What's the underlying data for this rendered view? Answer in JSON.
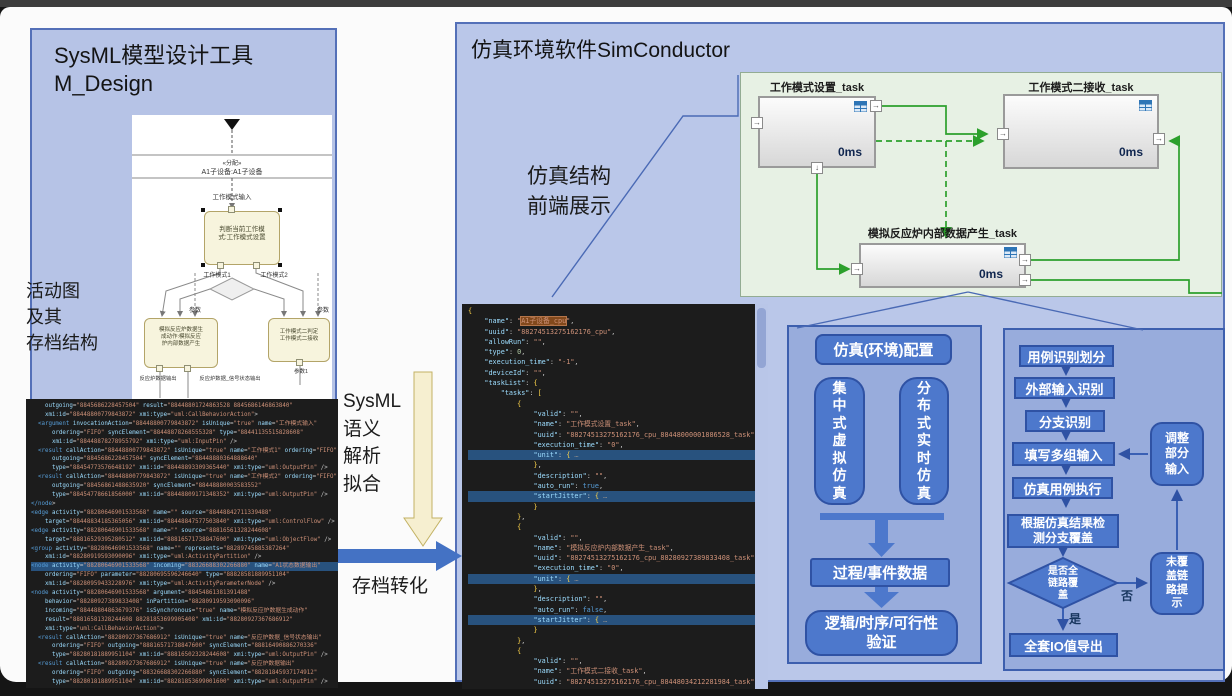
{
  "left_panel": {
    "title": "SysML模型设计工具\nM_Design",
    "side_label": "活动图\n及其\n存档结构",
    "activity_diagram": {
      "stereotype": "«分配»",
      "partition": "A1子设备:A1子设备",
      "input_label": "工作模式输入",
      "action1": "判断当前工作模\n式:工作模式设置",
      "pin1_label": "工作模式1",
      "pin2_label": "工作模式2",
      "param_label": "参数",
      "param_label2": "参数",
      "action2": "模拟反应炉数据生\n成动作:模拟反应\n炉内部数据产生",
      "action3": "工作模式二判定\n工作模式二接收",
      "out1": "反应炉数据输出",
      "out2": "反应炉数据_信号状态输出",
      "out3": "参数1"
    },
    "xml_code": {
      "highlight_lines": [
        18
      ],
      "lines": [
        "    outgoing=\"8845686228457504\" result=\"88448801724863528 8845686146863840\"",
        "    xmi:id=\"88448800779843872\" xmi:type=\"uml:CallBehaviorAction\">",
        "  <argument invocationAction=\"88448800779843872\" isUnique=\"true\" name=\"工作模式输入\"",
        "      ordering=\"FIFO\" syncElement=\"88448878268555328\" type=\"88441135515828608\"",
        "      xmi:id=\"88448878278955792\" xmi:type=\"uml:InputPin\" />",
        "  <result callAction=\"88448800779843872\" isUnique=\"true\" name=\"工作模式1\" ordering=\"FIFO\"",
        "      outgoing=\"8845686228457504\" syncElement=\"88448880364888640\"",
        "      type=\"88454773576648192\" xmi:id=\"88448893309365440\" xmi:type=\"uml:OutputPin\" />",
        "  <result callAction=\"88448800779843872\" isUnique=\"true\" name=\"工作模式2\" ordering=\"FIFO\"",
        "      outgoing=\"88456861488635920\" syncElement=\"88448880003583552\"",
        "      type=\"88454778661856000\" xmi:id=\"88448809171348352\" xmi:type=\"uml:OutputPin\" />",
        "</node>",
        "<edge activity=\"88280646901533568\" name=\"\" source=\"88448842711339488\"",
        "    target=\"88448834185365056\" xmi:id=\"88448847577503840\" xmi:type=\"uml:ControlFlow\" />",
        "<edge activity=\"88280646901533568\" name=\"\" source=\"88816561328244608\"",
        "    target=\"88816529395280512\" xmi:id=\"88816571738847600\" xmi:type=\"uml:ObjectFlow\" />",
        "<group activity=\"88280646901533568\" name=\"\" represents=\"88289745885387264\"",
        "    xmi:id=\"88280919593090096\" xmi:type=\"uml:ActivityPartition\" />",
        "<node activity=\"88280646901533568\" incoming=\"88326688302266880\" name=\"A1状态数据输出\"",
        "    ordering=\"FIFO\" parameter=\"88280695596246640\" type=\"88828581889951104\"",
        "    xmi:id=\"88280959433228976\" xmi:type=\"uml:ActivityParameterNode\" />",
        "<node activity=\"88280646901533568\" argument=\"88454861381391488\"",
        "    behavior=\"88280927389833408\" inPartition=\"88280919593090096\"",
        "    incoming=\"88448804863679376\" isSynchronous=\"true\" name=\"模拟反应炉数据生成动作\"",
        "    result=\"88816581328244608 88281853699905408\" xmi:id=\"88280927367686912\"",
        "    xmi:type=\"uml:CallBehaviorAction\">",
        "  <result callAction=\"88280927367686912\" isUnique=\"true\" name=\"反应炉数据_信号状态输出\"",
        "      ordering=\"FIFO\" outgoing=\"88816571738847600\" syncElement=\"88816490886270336\"",
        "      type=\"88280181889951104\" xmi:id=\"88816502328244608\" xmi:type=\"uml:OutputPin\" />",
        "  <result callAction=\"88280927367686912\" isUnique=\"true\" name=\"反应炉数据输出\"",
        "      ordering=\"FIFO\" outgoing=\"88326688302266880\" syncElement=\"88281845937174912\"",
        "      type=\"88280181889951104\" xmi:id=\"88281853699001600\" xmi:type=\"uml:OutputPin\" />"
      ]
    }
  },
  "middle": {
    "semantic_label": "SysML\n语义\n解析\n拟合",
    "convert_label": "存档转化"
  },
  "right_panel": {
    "title": "仿真环境软件SimConductor",
    "frontend_label": "仿真结构\n前端展示",
    "sim_diagram": {
      "tasks": [
        {
          "name": "工作模式设置_task",
          "time": "0ms"
        },
        {
          "name": "工作模式二接收_task",
          "time": "0ms"
        },
        {
          "name": "模拟反应炉内部数据产生_task",
          "time": "0ms"
        }
      ]
    },
    "json_code": {
      "find": "A1子设备_cpu",
      "highlight_lines": [
        14,
        18,
        26,
        30
      ],
      "lines": [
        "{",
        "    \"name\": \"A1子设备_cpu\",",
        "    \"uuid\": \"88274513275162176_cpu\",",
        "    \"allowRun\": \"\",",
        "    \"type\": 0,",
        "    \"execution_time\": \"-1\",",
        "    \"deviceId\": \"\",",
        "    \"taskList\": {",
        "        \"tasks\": [",
        "            {",
        "                \"valid\": \"\",",
        "                \"name\": \"工作模式设置_task\",",
        "                \"uuid\": \"88274513275162176_cpu_88448000001886528_task\",",
        "                \"execution_time\": \"0\",",
        "                \"unit\": { …",
        "                },",
        "                \"description\": \"\",",
        "                \"auto_run\": true,",
        "                \"startJitter\": { …",
        "                }",
        "            },",
        "            {",
        "                \"valid\": \"\",",
        "                \"name\": \"模拟反应炉内部数据产生_task\",",
        "                \"uuid\": \"88274513275162176_cpu_88280927389833408_task\",",
        "                \"execution_time\": \"0\",",
        "                \"unit\": { …",
        "                },",
        "                \"description\": \"\",",
        "                \"auto_run\": false,",
        "                \"startJitter\": { …",
        "                }",
        "            },",
        "            {",
        "                \"valid\": \"\",",
        "                \"name\": \"工作模式二接收_task\",",
        "                \"uuid\": \"88274513275162176_cpu_88448034212281984_task\","
      ]
    },
    "flow_left": {
      "top": "仿真(环境)配置",
      "col1": "集\n中\n式\n虚\n拟\n仿\n真",
      "col2": "分\n布\n式\n实\n时\n仿\n真",
      "mid": "过程/事件数据",
      "bottom": "逻辑/时序/可行性\n验证"
    },
    "flow_right": {
      "steps": [
        "用例识别划分",
        "外部输入识别",
        "分支识别",
        "填写多组输入",
        "仿真用例执行",
        "根据仿真结果检\n测分支覆盖"
      ],
      "decision": "是否全\n链路覆\n盖",
      "yes_label": "是",
      "no_label": "否",
      "export": "全套IO值导出",
      "uncovered": "未覆\n盖链\n路提\n示",
      "adjust": "调整\n部分\n输入"
    }
  },
  "icons": {
    "port_right": "→",
    "port_down": "↓"
  }
}
